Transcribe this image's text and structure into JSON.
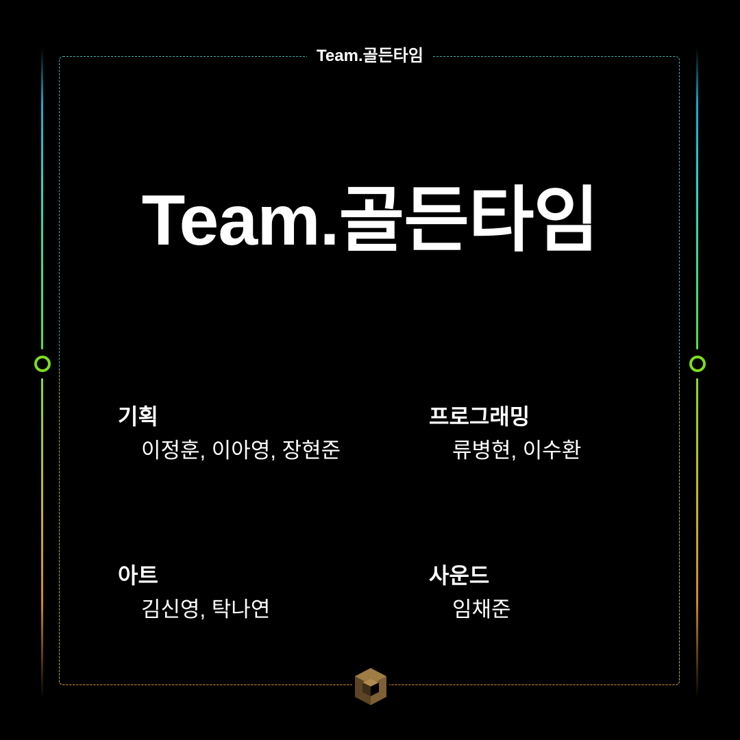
{
  "header": {
    "small_title": "Team.골든타임"
  },
  "hero": {
    "title": "Team.골든타임"
  },
  "credits": [
    {
      "role": "기획",
      "members": "이정훈, 이아영, 장현준"
    },
    {
      "role": "프로그래밍",
      "members": "류병현, 이수환"
    },
    {
      "role": "아트",
      "members": "김신영, 탁나연"
    },
    {
      "role": "사운드",
      "members": "임채준"
    }
  ],
  "colors": {
    "background": "#000000",
    "text": "#ffffff",
    "accent_green": "#7ddc1f",
    "accent_cyan": "#2fd3c8",
    "accent_orange": "#d08a28",
    "logo_brown": "#8a6a3a"
  },
  "icons": {
    "bottom_logo": "cube-logo-icon",
    "rail_markers": "ring-marker-icon"
  }
}
